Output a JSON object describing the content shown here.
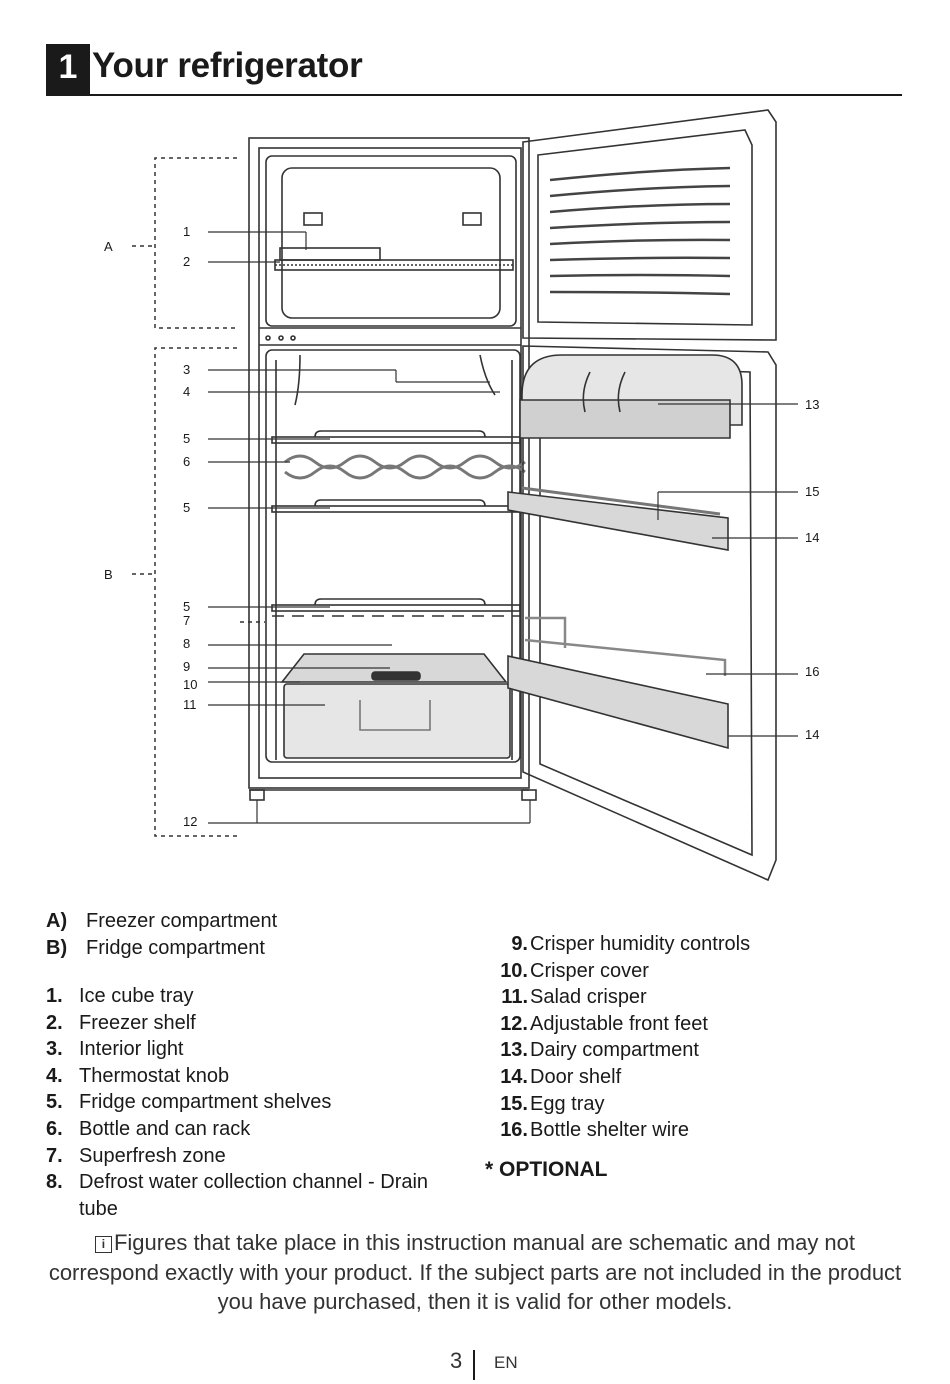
{
  "header": {
    "number": "1",
    "title": "Your refrigerator"
  },
  "diagram": {
    "labels_left": [
      "A",
      "B",
      "1",
      "2",
      "3",
      "4",
      "5",
      "6",
      "5",
      "5",
      "7",
      "8",
      "9",
      "10",
      "11",
      "12"
    ],
    "labels_right": [
      "13",
      "15",
      "14",
      "16",
      "14"
    ]
  },
  "compartments": [
    {
      "label": "A)",
      "text": "Freezer compartment"
    },
    {
      "label": "B)",
      "text": "Fridge compartment"
    }
  ],
  "parts_left": [
    {
      "num": "1.",
      "text": "Ice cube tray"
    },
    {
      "num": "2.",
      "text": "Freezer shelf"
    },
    {
      "num": "3.",
      "text": "Interior light"
    },
    {
      "num": "4.",
      "text": "Thermostat knob"
    },
    {
      "num": "5.",
      "text": "Fridge compartment shelves"
    },
    {
      "num": "6.",
      "text": "Bottle and can rack"
    },
    {
      "num": "7.",
      "text": "Superfresh zone"
    },
    {
      "num": "8.",
      "text": "Defrost water collection channel - Drain",
      "cont": "tube"
    }
  ],
  "parts_right": [
    {
      "num": "9.",
      "text": "Crisper humidity controls"
    },
    {
      "num": "10.",
      "text": "Crisper cover"
    },
    {
      "num": "11.",
      "text": "Salad crisper"
    },
    {
      "num": "12.",
      "text": "Adjustable front feet"
    },
    {
      "num": "13.",
      "text": "Dairy compartment"
    },
    {
      "num": "14.",
      "text": "Door shelf"
    },
    {
      "num": "15.",
      "text": "Egg tray"
    },
    {
      "num": "16.",
      "text": "Bottle shelter wire"
    }
  ],
  "optional": "* OPTIONAL",
  "note": {
    "icon": "info-icon",
    "icon_glyph": "i",
    "text": "Figures that take place in this instruction manual are schematic and may not correspond exactly with your product. If the subject parts are not included in the product you have purchased, then it is valid for other models."
  },
  "footer": {
    "page": "3",
    "lang": "EN"
  }
}
